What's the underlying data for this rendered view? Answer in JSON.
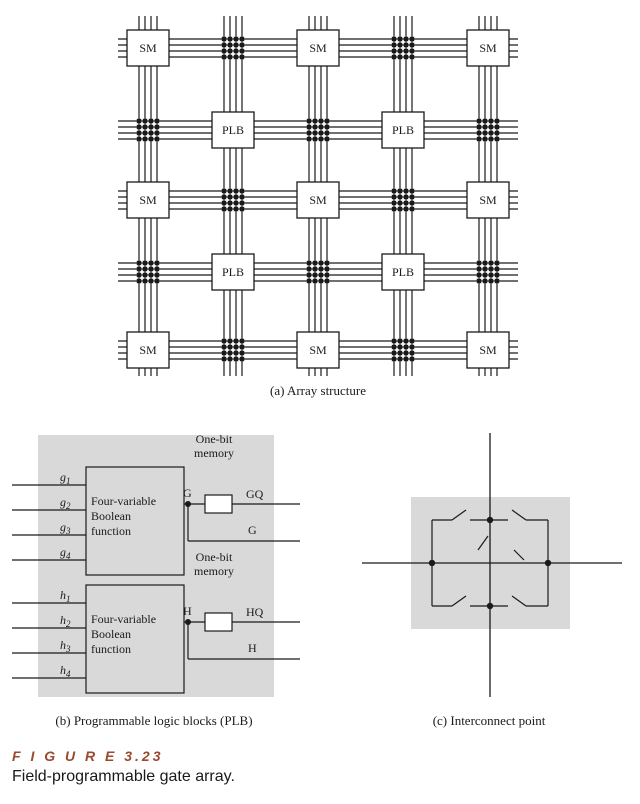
{
  "figure": {
    "number": "F I G U R E   3.23",
    "caption": "Field-programmable gate array."
  },
  "panel_a": {
    "caption": "(a)  Array structure",
    "sm_label": "SM",
    "plb_label": "PLB"
  },
  "panel_b": {
    "caption": "(b)  Programmable logic blocks (PLB)",
    "block_text": [
      "Four-variable",
      "Boolean",
      "function"
    ],
    "memory_text": [
      "One-bit",
      "memory"
    ],
    "upper": {
      "inputs": [
        "g",
        "g",
        "g",
        "g"
      ],
      "subscripts": [
        "1",
        "2",
        "3",
        "4"
      ],
      "node": "G",
      "mem_out": "GQ",
      "bypass_out": "G"
    },
    "lower": {
      "inputs": [
        "h",
        "h",
        "h",
        "h"
      ],
      "subscripts": [
        "1",
        "2",
        "3",
        "4"
      ],
      "node": "H",
      "mem_out": "HQ",
      "bypass_out": "H"
    }
  },
  "panel_c": {
    "caption": "(c)  Interconnect point"
  }
}
